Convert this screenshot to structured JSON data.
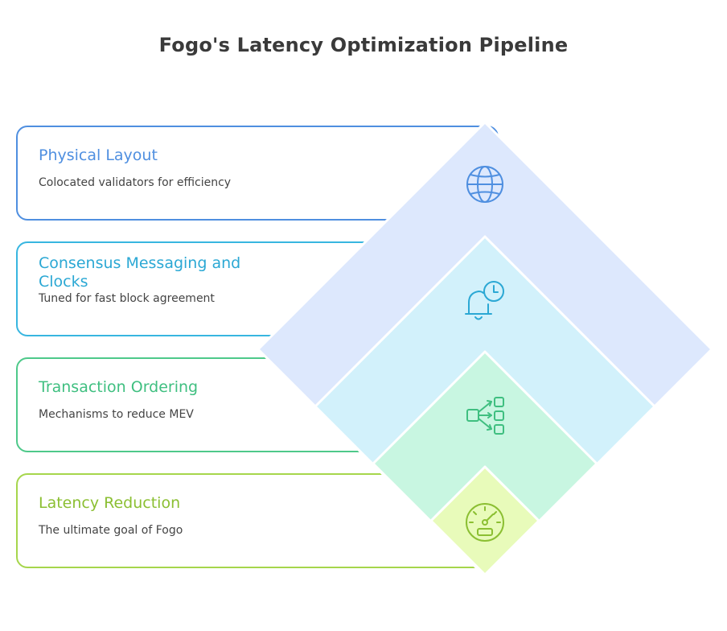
{
  "title": "Fogo's Latency Optimization Pipeline",
  "layers": [
    {
      "label": "Physical Layout",
      "description": "Colocated validators for efficiency",
      "icon": "globe-icon",
      "color": "#4f8fe0",
      "fill": "#dde8fd"
    },
    {
      "label": "Consensus Messaging and Clocks",
      "description": "Tuned for fast block agreement",
      "icon": "bell-clock-icon",
      "color": "#2ba8d4",
      "fill": "#d2f1fb"
    },
    {
      "label": "Transaction Ordering",
      "description": "Mechanisms to reduce MEV",
      "icon": "distribution-icon",
      "color": "#3fbf80",
      "fill": "#c8f6e1"
    },
    {
      "label": "Latency Reduction",
      "description": "The ultimate goal of Fogo",
      "icon": "speedometer-icon",
      "color": "#8bbf32",
      "fill": "#e8fbba"
    }
  ]
}
